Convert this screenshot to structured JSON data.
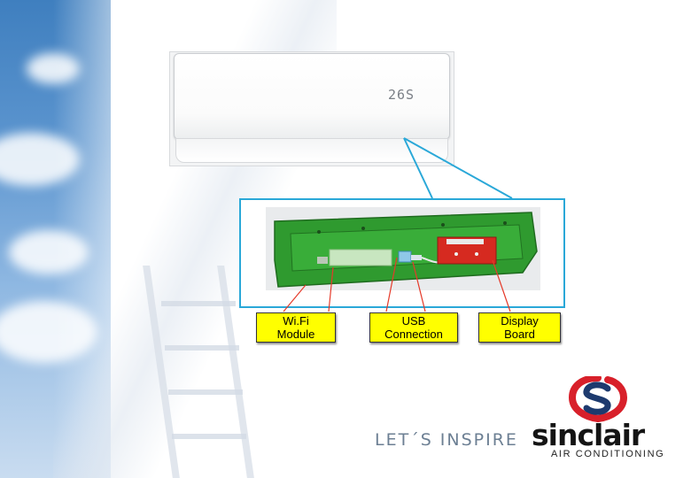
{
  "ac_unit": {
    "display_reading": "26S"
  },
  "labels": {
    "wifi": [
      "Wi.Fi",
      "Module"
    ],
    "usb": [
      "USB",
      "Connection"
    ],
    "display": [
      "Display",
      "Board"
    ]
  },
  "footer": {
    "tagline": "LET´S INSPIRE",
    "brand_name": "sinclair",
    "brand_subtitle": "AIR CONDITIONING"
  },
  "colors": {
    "label_background": "#ffff00",
    "callout_blue": "#2aa8d8",
    "pointer_red": "#e53a2a",
    "board_green": "#2f9a2f",
    "brand_red": "#d8202a",
    "brand_navy": "#1d3a6e"
  },
  "icons": {
    "logo": "sinclair-s-logo"
  }
}
